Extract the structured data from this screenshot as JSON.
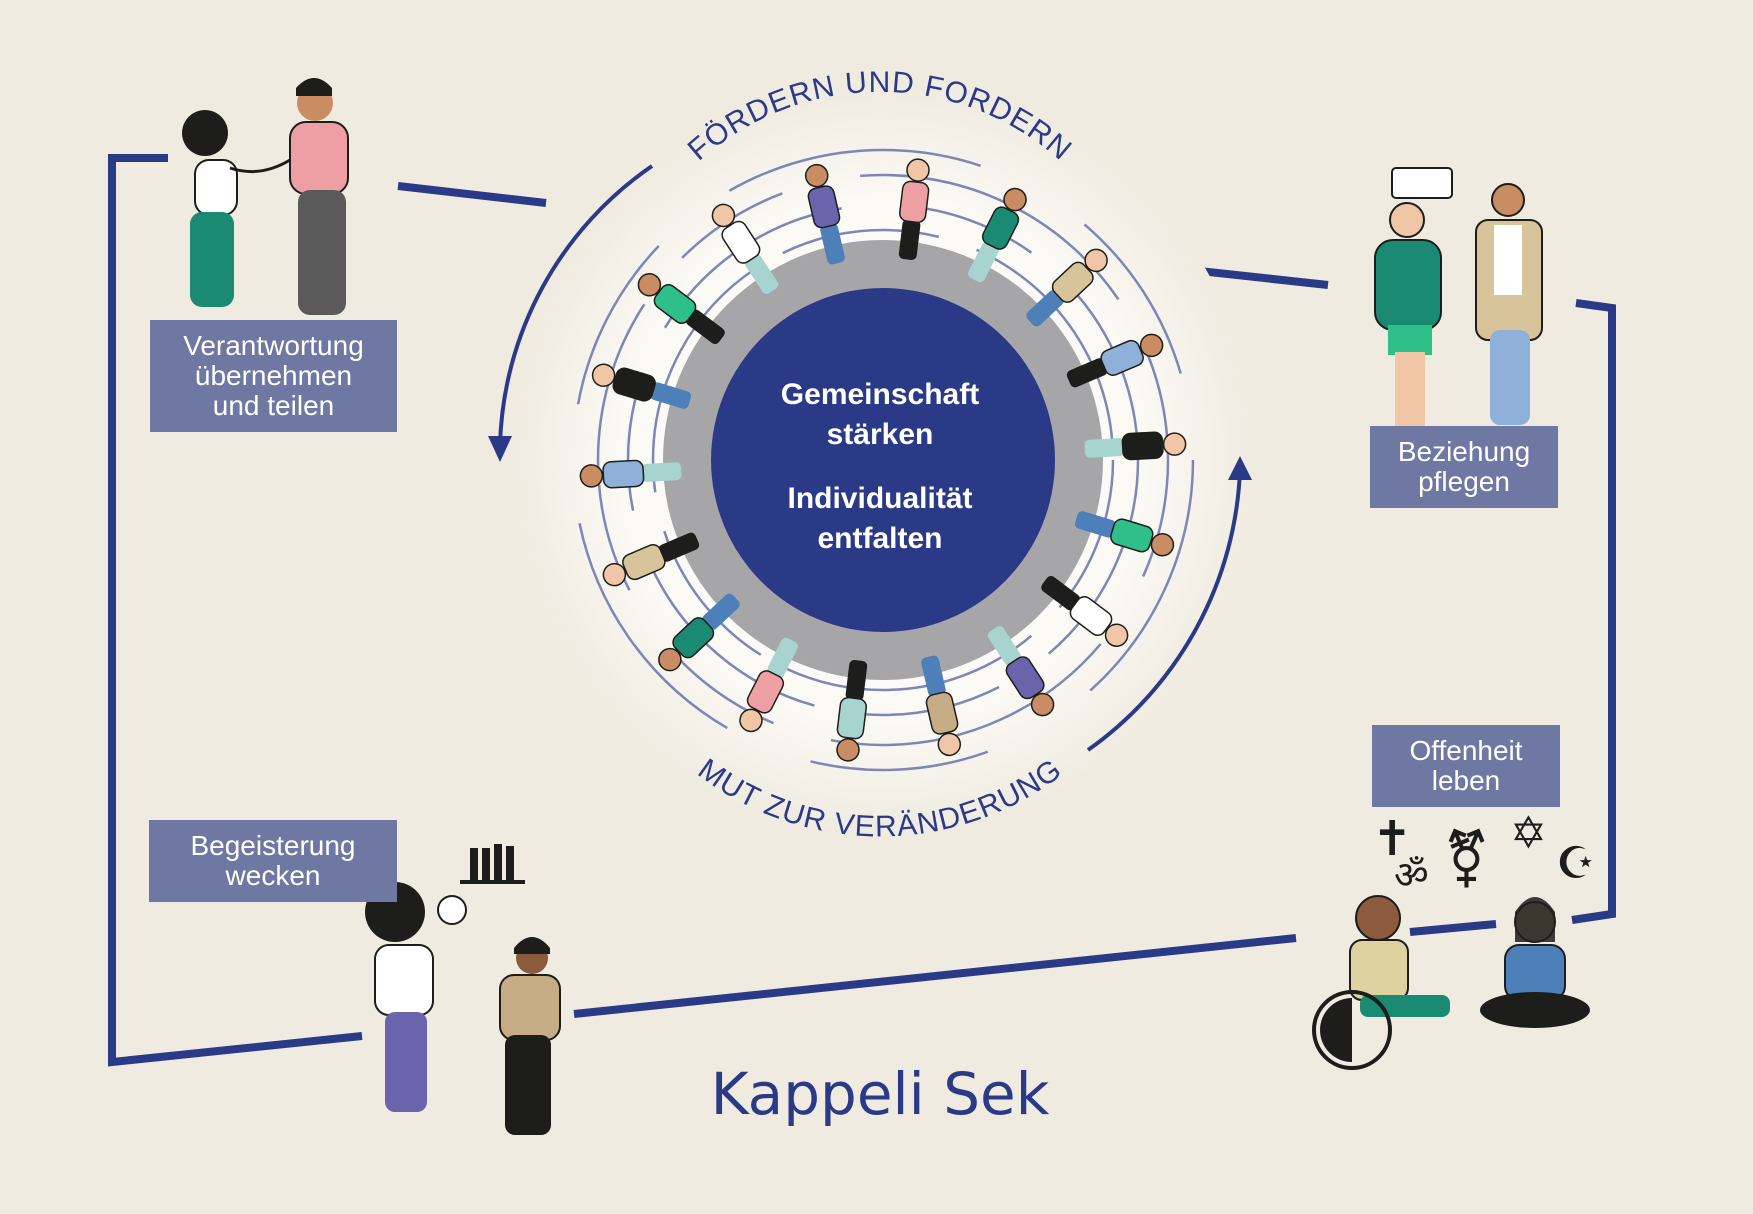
{
  "center": {
    "line1": "Gemeinschaft",
    "line2": "stärken",
    "line3": "Individualität",
    "line4": "entfalten"
  },
  "arc_top": "FÖRDERN UND FORDERN",
  "arc_bottom": "MUT ZUR VERÄNDERUNG",
  "labels": {
    "verantwortung": [
      "Verantwortung",
      "übernehmen",
      "und teilen"
    ],
    "beziehung": [
      "Beziehung",
      "pflegen"
    ],
    "offenheit": [
      "Offenheit",
      "leben"
    ],
    "begeisterung": [
      "Begeisterung",
      "wecken"
    ]
  },
  "brand": "Kappeli Sek",
  "colors": {
    "navy": "#2b3a86",
    "label_bg": "#6f78a3",
    "ring_gray": "#a6a6a8",
    "background": "#efebe1"
  },
  "symbols": {
    "cross": "✝",
    "om": "ॐ",
    "gender": "⚧",
    "star_of_david": "✡",
    "crescent": "☪"
  }
}
